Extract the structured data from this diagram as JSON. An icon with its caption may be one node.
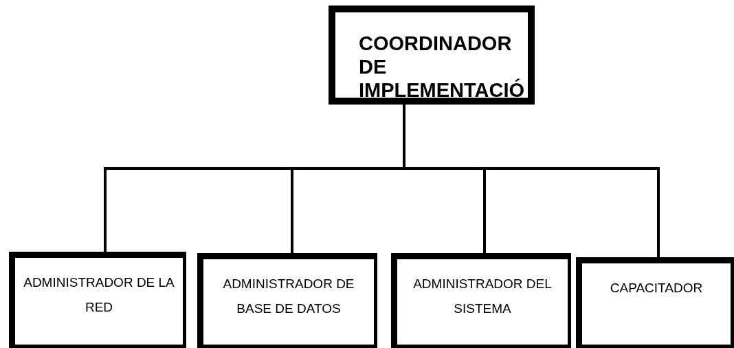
{
  "diagram": {
    "nodes": [
      {
        "text": [
          "COORDINADOR DE IMPLEMENTACIÓ"
        ]
      },
      {
        "text": [
          "ADMINISTRADOR DE LA RED"
        ]
      },
      {
        "text": [
          "ADMINISTRADOR DE BASE DE DATOS"
        ]
      },
      {
        "text": [
          "ADMINISTRADOR DEL SISTEMA"
        ]
      },
      {
        "text": [
          "CAPACITADOR"
        ]
      }
    ],
    "edges": [
      {
        "from": 0,
        "to": 1,
        "arrow": "none"
      },
      {
        "from": 0,
        "to": 2,
        "arrow": "none"
      },
      {
        "from": 0,
        "to": 3,
        "arrow": "none"
      },
      {
        "from": 0,
        "to": 4,
        "arrow": "none"
      }
    ]
  }
}
